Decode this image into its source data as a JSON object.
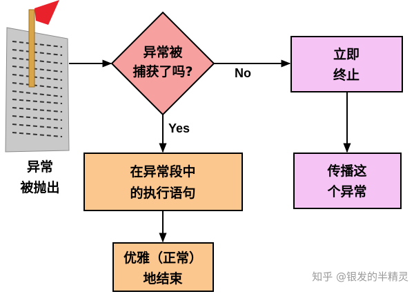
{
  "doc_icon": {
    "label_lines": [
      "异常",
      "被抛出"
    ],
    "colors": {
      "flag": "#e8212a",
      "pole": "#d9a54a",
      "paper": "#c9c9c9",
      "lines": "#333333"
    }
  },
  "nodes": {
    "decision": {
      "lines": [
        "异常被",
        "捕获了吗?"
      ],
      "color": "#f7a0a0"
    },
    "terminate": {
      "lines": [
        "立即",
        "终止"
      ],
      "color": "#f5c4f5"
    },
    "propagate": {
      "lines": [
        "传播这",
        "个异常"
      ],
      "color": "#f5c4f5"
    },
    "execute": {
      "lines": [
        "在异常段中",
        "的执行语句"
      ],
      "color": "#fcc68f"
    },
    "finish": {
      "lines": [
        "优雅（正常）",
        "地结束"
      ],
      "color": "#fcc68f"
    }
  },
  "edges": {
    "no_label": "No",
    "yes_label": "Yes"
  },
  "watermark": "知乎 @银发的半精灵"
}
